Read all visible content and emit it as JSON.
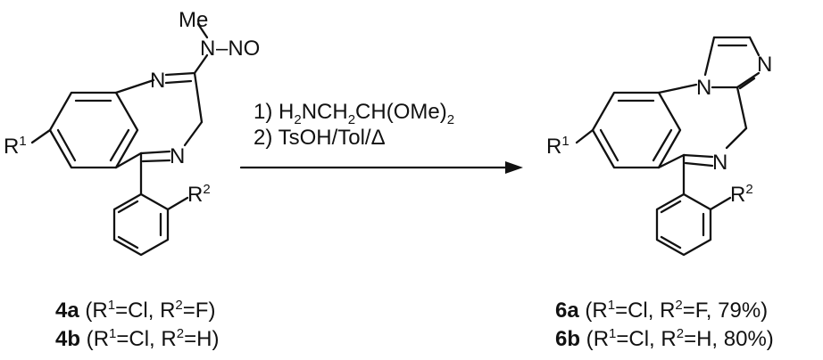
{
  "reactant": {
    "atoms": {
      "n_imine": "N",
      "n_ring": "N",
      "n_amine": "N",
      "nitroso": "–NO",
      "methyl": "Me",
      "r1": "R",
      "r1_sup": "1",
      "r2": "R",
      "r2_sup": "2"
    },
    "compounds": [
      {
        "id": "4a",
        "r1_label": "R",
        "r1_sup": "1",
        "r1_val": "=Cl, ",
        "r2_label": "R",
        "r2_sup": "2",
        "r2_val": "=F",
        "yield": ""
      },
      {
        "id": "4b",
        "r1_label": "R",
        "r1_sup": "1",
        "r1_val": "=Cl, ",
        "r2_label": "R",
        "r2_sup": "2",
        "r2_val": "=H",
        "yield": ""
      }
    ]
  },
  "conditions": {
    "step1_prefix": "1) H",
    "step1_sub1": "2",
    "step1_mid1": "NCH",
    "step1_sub2": "2",
    "step1_mid2": "CH(OMe)",
    "step1_sub3": "2",
    "step2": "2) TsOH/Tol/Δ"
  },
  "product": {
    "atoms": {
      "n_bridge": "N",
      "n_imid": "N",
      "n_ring": "N",
      "r1": "R",
      "r1_sup": "1",
      "r2": "R",
      "r2_sup": "2"
    },
    "compounds": [
      {
        "id": "6a",
        "r1_label": "R",
        "r1_sup": "1",
        "r1_val": "=Cl, ",
        "r2_label": "R",
        "r2_sup": "2",
        "r2_val": "=F, 79%)"
      },
      {
        "id": "6b",
        "r1_label": "R",
        "r1_sup": "1",
        "r1_val": "=Cl, ",
        "r2_label": "R",
        "r2_sup": "2",
        "r2_val": "=H, 80%)"
      }
    ]
  }
}
